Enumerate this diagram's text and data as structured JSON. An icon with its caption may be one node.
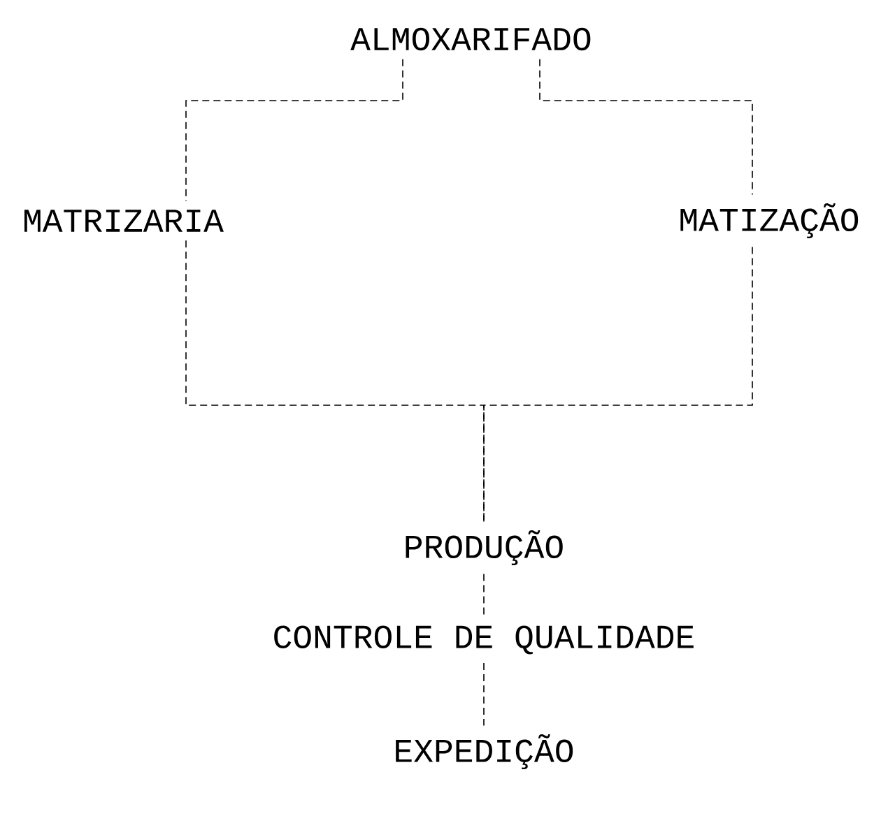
{
  "diagram": {
    "nodes": [
      {
        "text": [
          "ALMOXARIFADO"
        ]
      },
      {
        "text": [
          "MATRIZARIA"
        ]
      },
      {
        "text": [
          "MATIZAÇÃO"
        ]
      },
      {
        "text": [
          "PRODUÇÃO"
        ]
      },
      {
        "text": [
          "CONTROLE DE QUALIDADE"
        ]
      },
      {
        "text": [
          "EXPEDIÇÃO"
        ]
      }
    ],
    "edges": [
      {
        "from": 0,
        "to": 1,
        "arrow": "none",
        "style": "dashed"
      },
      {
        "from": 0,
        "to": 2,
        "arrow": "none",
        "style": "dashed"
      },
      {
        "from": 1,
        "to": 3,
        "arrow": "none",
        "style": "dashed"
      },
      {
        "from": 2,
        "to": 3,
        "arrow": "none",
        "style": "dashed"
      },
      {
        "from": 3,
        "to": 4,
        "arrow": "none",
        "style": "dashed"
      },
      {
        "from": 4,
        "to": 5,
        "arrow": "none",
        "style": "dashed"
      }
    ]
  }
}
